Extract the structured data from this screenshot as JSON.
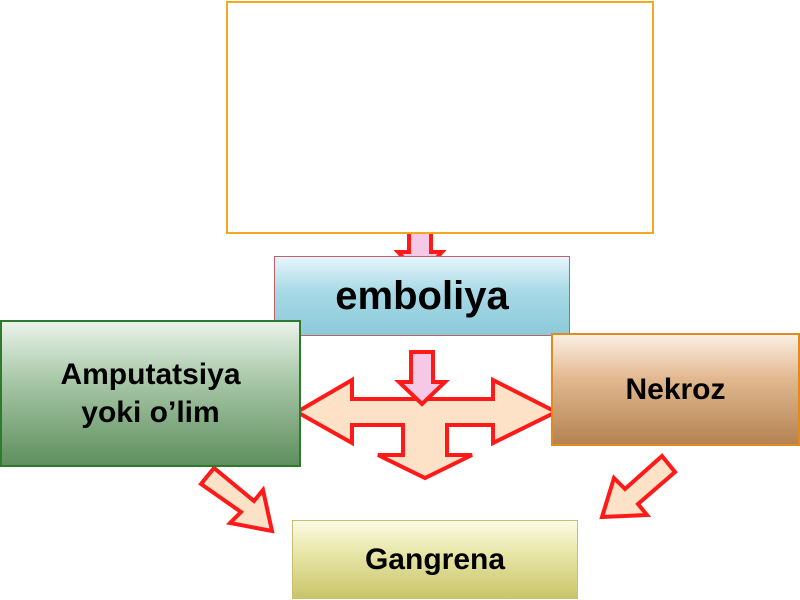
{
  "diagram": {
    "top_box": "",
    "center": "emboliya",
    "left": [
      "Amputatsiya",
      "yoki o’lim"
    ],
    "right": "Nekroz",
    "bottom": "Gangrena"
  },
  "colors": {
    "arrow_stroke": "#ff1a1a",
    "arrow_fill_pink": "#f5c9e6",
    "arrow_fill_peach": "#fde2c7",
    "top_box_border": "#f5a623"
  }
}
